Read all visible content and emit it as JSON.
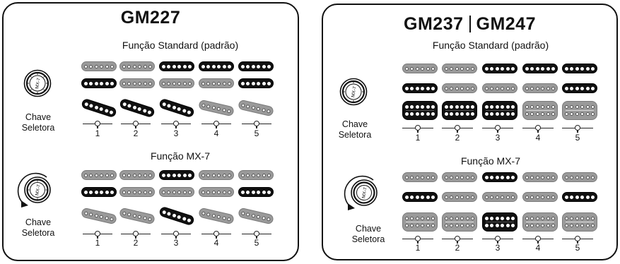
{
  "left": {
    "title": "GM227",
    "standard": {
      "label": "Função Standard (padrão)",
      "rows": [
        [
          "off",
          "off",
          "on",
          "on",
          "on"
        ],
        [
          "on",
          "off",
          "off",
          "off",
          "on"
        ],
        [
          "on",
          "on",
          "on",
          "off",
          "off"
        ]
      ]
    },
    "mx7": {
      "label": "Função MX-7",
      "rows": [
        [
          "off",
          "off",
          "on",
          "off",
          "off"
        ],
        [
          "on",
          "off",
          "off",
          "off",
          "on"
        ],
        [
          "off",
          "off",
          "on",
          "off",
          "off"
        ]
      ]
    },
    "selector_label_line1": "Chave",
    "selector_label_line2": "Seletora",
    "positions": [
      "1",
      "2",
      "3",
      "4",
      "5"
    ]
  },
  "right": {
    "title_a": "GM237",
    "title_b": "GM247",
    "standard": {
      "label": "Função Standard (padrão)",
      "rows": [
        [
          "off",
          "off",
          "on",
          "on",
          "on"
        ],
        [
          "on",
          "off",
          "off",
          "off",
          "on"
        ],
        [
          "on",
          "on",
          "on",
          "off",
          "off"
        ]
      ]
    },
    "mx7": {
      "label": "Função MX-7",
      "rows": [
        [
          "off",
          "off",
          "on",
          "off",
          "off"
        ],
        [
          "on",
          "off",
          "off",
          "off",
          "on"
        ],
        [
          "off",
          "off",
          "on",
          "off",
          "off"
        ]
      ]
    },
    "selector_label_line1": "Chave",
    "selector_label_line2": "Seletora",
    "positions": [
      "1",
      "2",
      "3",
      "4",
      "5"
    ]
  },
  "knob_text": "MX-7",
  "colors": {
    "on": "#111111",
    "off": "#9a9a9a",
    "border": "#111111"
  },
  "icons": [
    "selector-knob-icon",
    "rotation-arrow-icon",
    "single-coil-pickup-icon",
    "humbucker-pickup-icon",
    "switch-position-marker-icon"
  ]
}
